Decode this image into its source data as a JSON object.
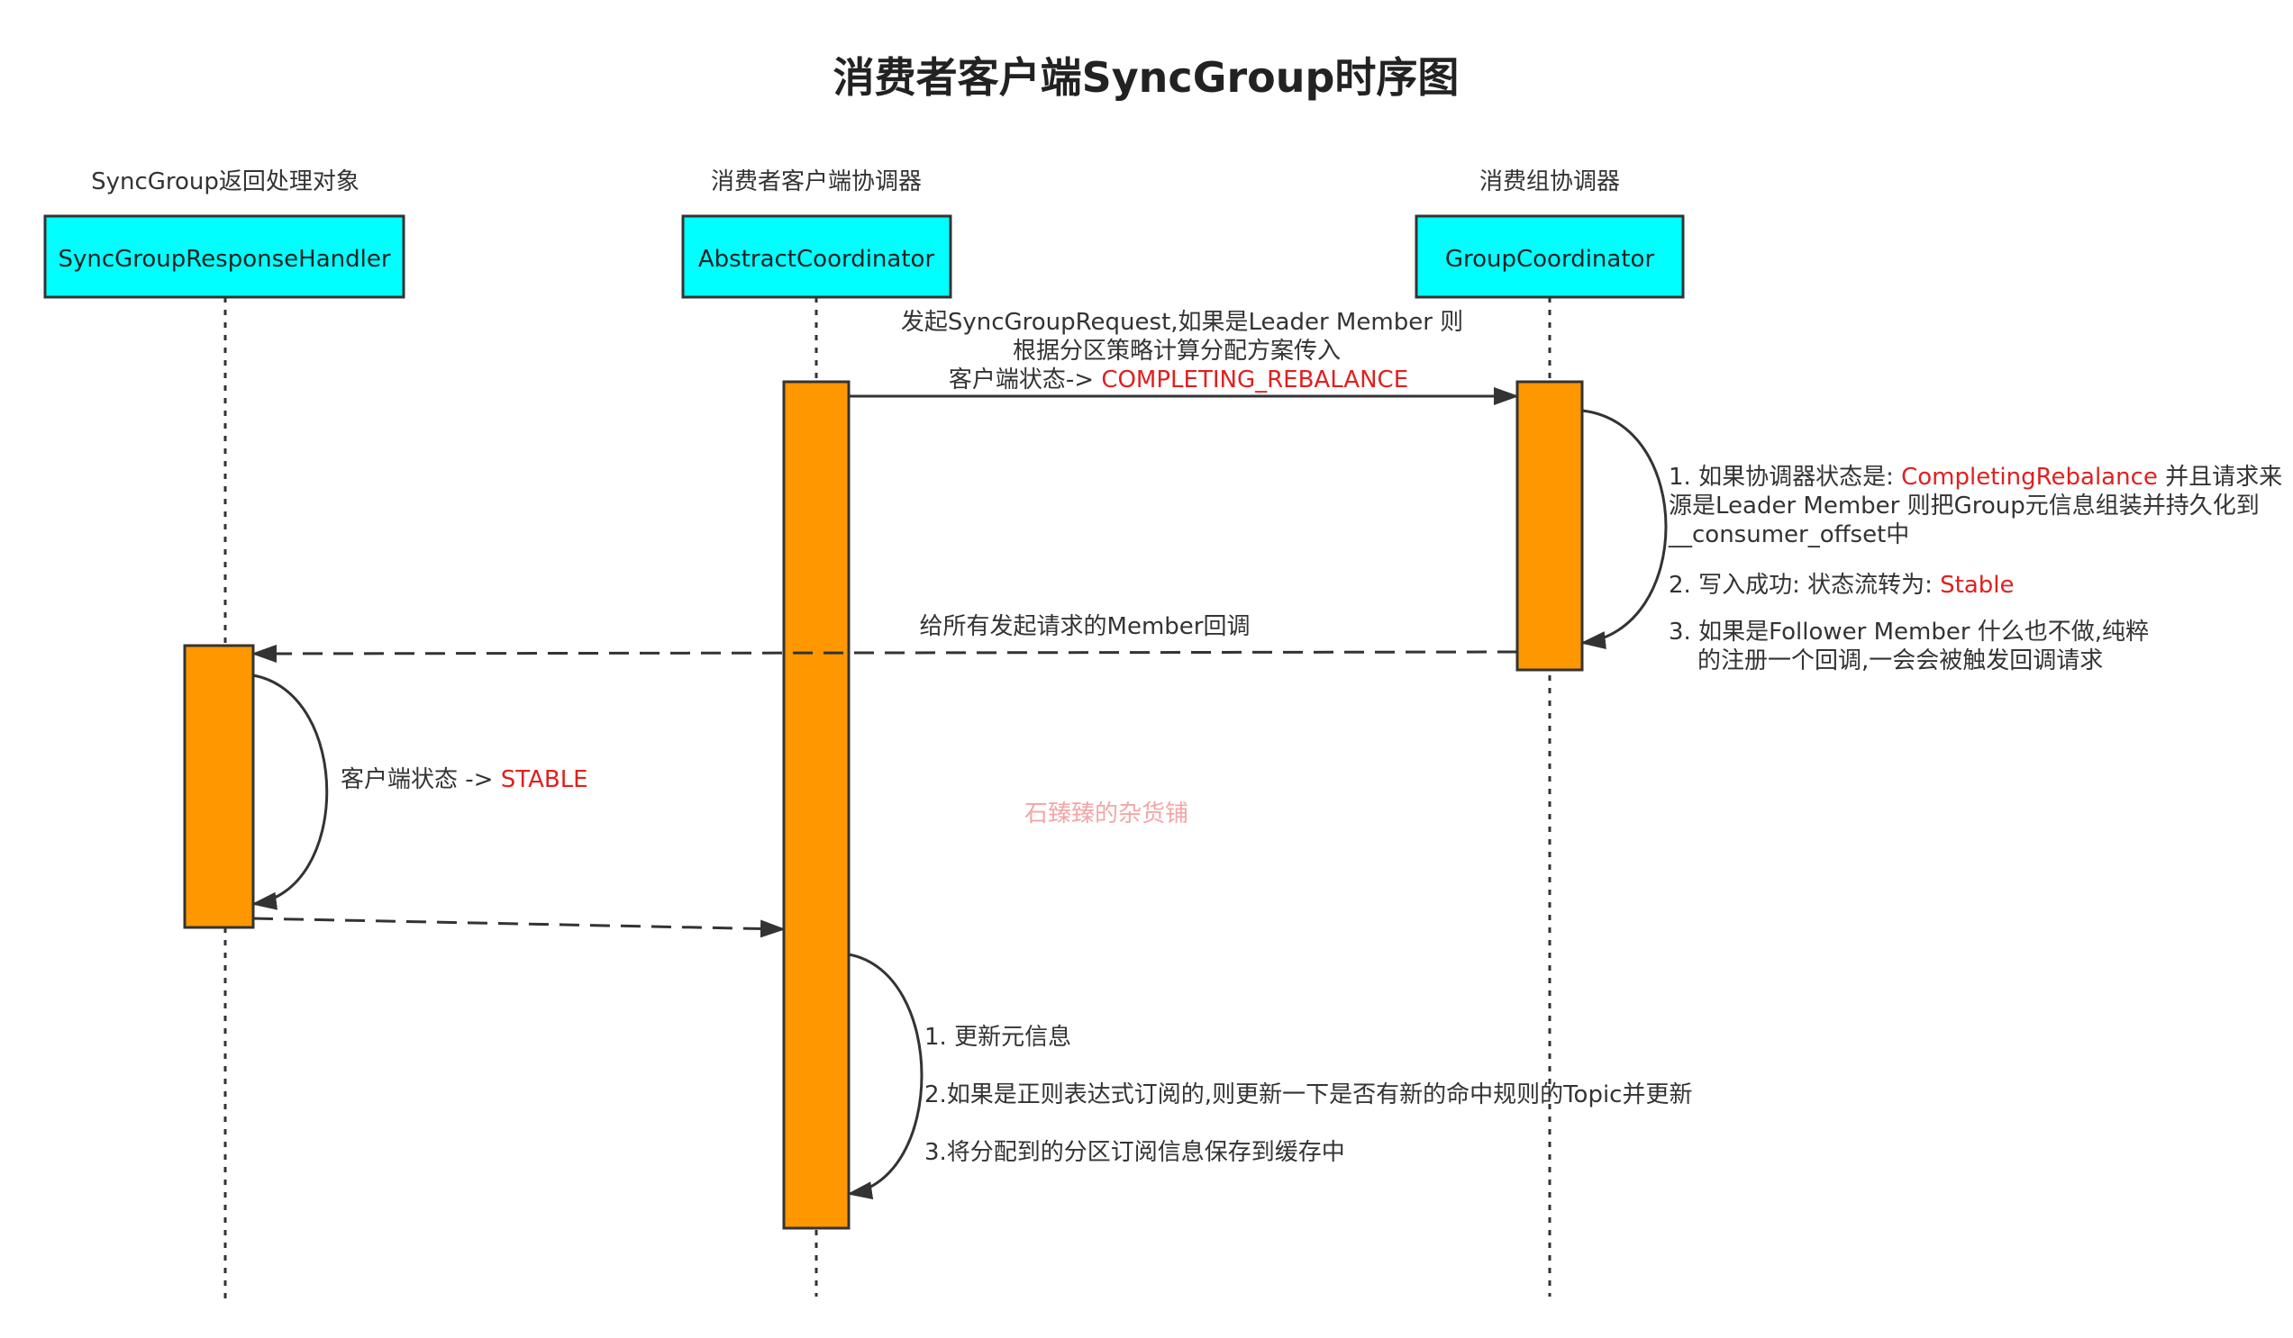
{
  "title": "消费者客户端SyncGroup时序图",
  "colors": {
    "participant_box": "#00ffff",
    "activation": "#ff9800",
    "highlight_text": "#e02020",
    "line": "#333333",
    "watermark": "#f4a6a6"
  },
  "participants": [
    {
      "role": "SyncGroup返回处理对象",
      "name": "SyncGroupResponseHandler"
    },
    {
      "role": "消费者客户端协调器",
      "name": "AbstractCoordinator"
    },
    {
      "role": "消费组协调器",
      "name": "GroupCoordinator"
    }
  ],
  "messages": {
    "sync_request": {
      "line1": "发起SyncGroupRequest,如果是Leader Member 则",
      "line2": "根据分区策略计算分配方案传入",
      "line3_prefix": "客户端状态-> ",
      "line3_highlight": "COMPLETING_REBALANCE"
    },
    "callback": "给所有发起请求的Member回调",
    "client_state_prefix": "客户端状态 -> ",
    "client_state_highlight": "STABLE"
  },
  "group_coordinator_notes": {
    "n1_prefix": "1. 如果协调器状态是: ",
    "n1_highlight": "CompletingRebalance",
    "n1_suffix": " 并且请求来",
    "n1_line2": "源是Leader Member 则把Group元信息组装并持久化到",
    "n1_line3": "__consumer_offset中",
    "n2_prefix": "2. 写入成功: 状态流转为: ",
    "n2_highlight": "Stable",
    "n3_line1": "3. 如果是Follower Member 什么也不做,纯粹",
    "n3_line2": "的注册一个回调,一会会被触发回调请求"
  },
  "abstract_coordinator_notes": {
    "n1": "1. 更新元信息",
    "n2": "2.如果是正则表达式订阅的,则更新一下是否有新的命中规则的Topic并更新",
    "n3": "3.将分配到的分区订阅信息保存到缓存中"
  },
  "watermark": "石臻臻的杂货铺"
}
